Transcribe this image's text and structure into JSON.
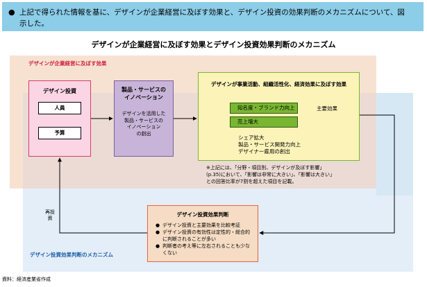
{
  "header": {
    "bullet": "●",
    "text": "上記で得られた情報を基に、デザインが企業経営に及ぼす効果と、デザイン投資の効果判断のメカニズムについて、図示した。"
  },
  "title": "デザインが企業経営に及ぼす効果とデザイン投資効果判断のメカニズム",
  "region_labels": {
    "top": "デザインが企業経営に及ぼす効果",
    "bottom": "デザイン投資効果判断のメカニズム"
  },
  "investment": {
    "title": "デザイン投資",
    "personnel": "人員",
    "budget": "予算"
  },
  "innovation": {
    "title_line1": "製品・サービスの",
    "title_line2": "イノベーション",
    "body": [
      "デザインを活用した",
      "製品・サービスの",
      "イノベーション",
      "の創出"
    ]
  },
  "effects": {
    "title": "デザインが事業活動、組織活性化、経済効果に及ぼす効果",
    "brand": "知名度・ブランド力向上",
    "sales": "売上増大",
    "main_effect": "主要効果",
    "others": [
      "シェア拡大",
      "製品・サービス開発力向上",
      "デザイナー雇用の創出"
    ]
  },
  "note": {
    "line1": "※上記には、「分野・項目別、デザインが及ぼす影響」",
    "line2": "(p.35)において、「影響は非常に大きい」、「影響は大きい」",
    "line3": "との回答比率が7割を超えた項目を記載。"
  },
  "judgement": {
    "title": "デザイン投資効果判断",
    "bullet": "●",
    "items": [
      "デザイン投資と主要効果を比較考証",
      "デザイン投資の有効性は定性的・総合的に判断されることが多い",
      "判断者の考え等に左右されることも少なくない"
    ]
  },
  "reinvest": "再投資",
  "source": "資料：経済産業省作成",
  "colors": {
    "header_bg": "#8ccde8",
    "effect_area_bg": "#f7e2d2",
    "mechanism_area_bg": "#e3eef8",
    "investment_fill": "#fbd5e3",
    "investment_border": "#d63c6b",
    "innovation_fill": "#c8b4d8",
    "effects_fill": "#fbf3b8",
    "effects_border": "#79b631",
    "green_box": "#79b631",
    "judgement_fill": "#f6dcc4",
    "judgement_border": "#e5653a",
    "label_red": "#cc1f3a",
    "label_blue": "#1f5fa8"
  }
}
